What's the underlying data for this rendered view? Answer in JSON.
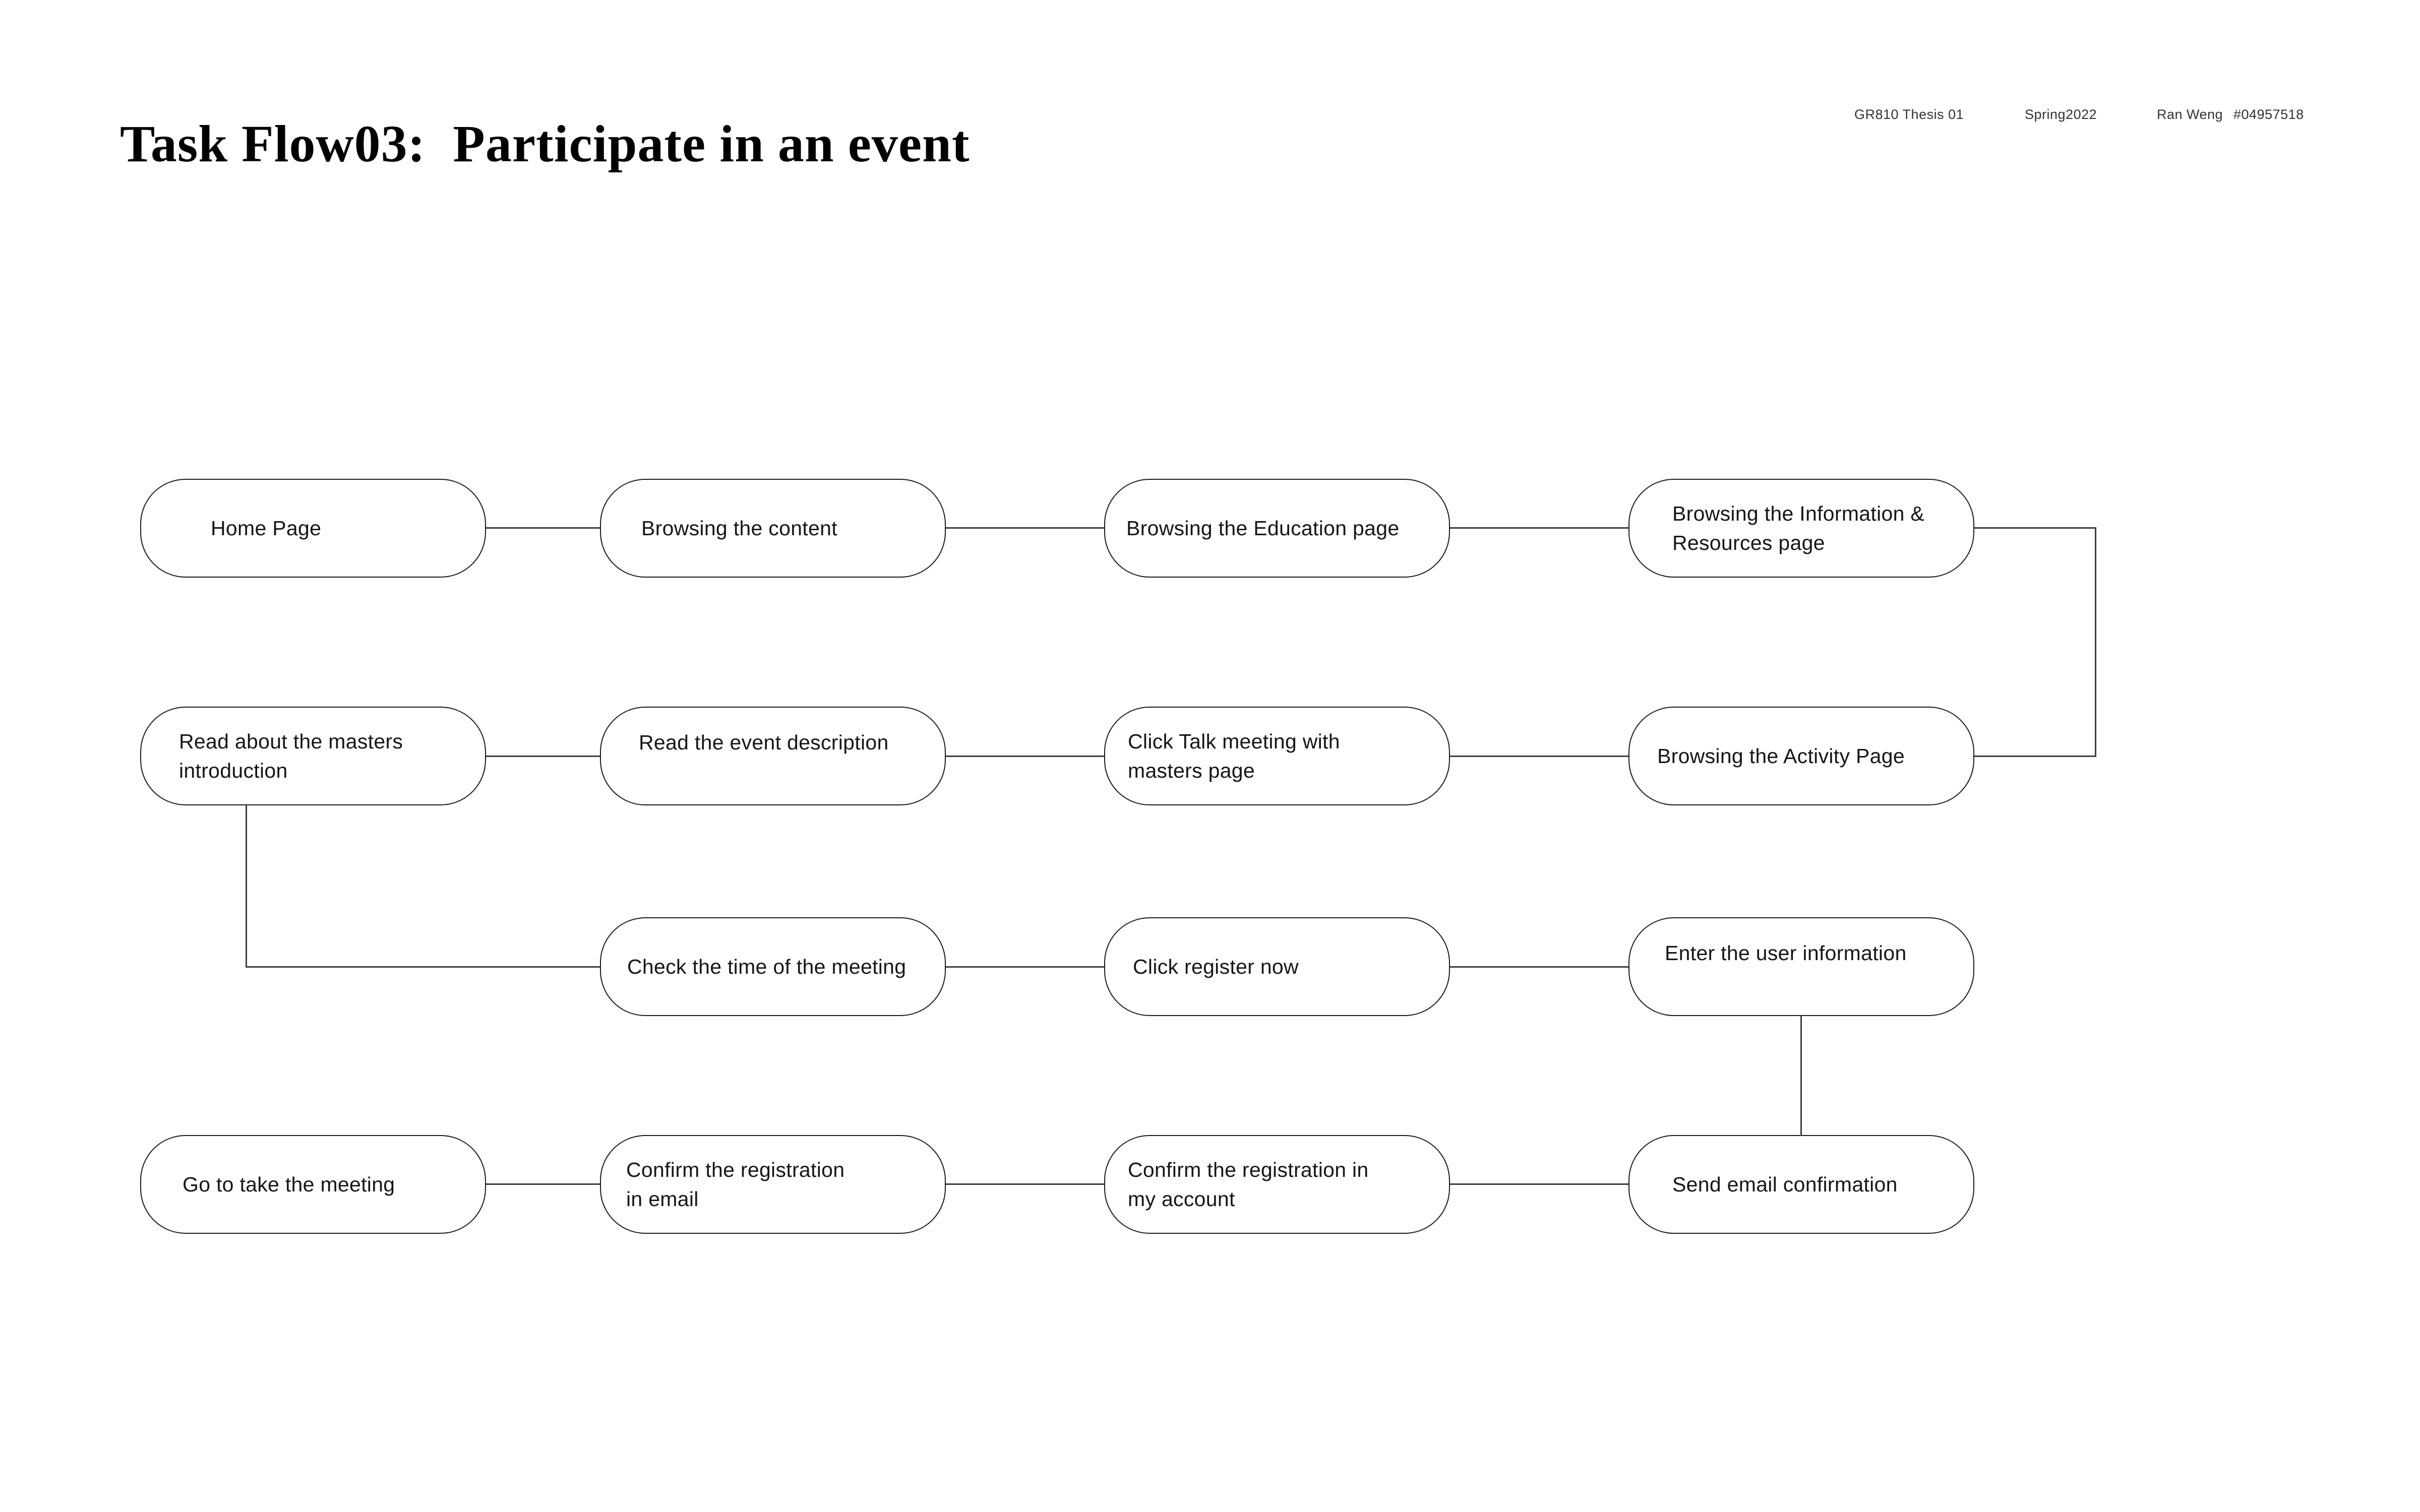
{
  "title": "Task Flow03:  Participate in an event",
  "header_meta": {
    "course": "GR810 Thesis 01",
    "semester": "Spring2022",
    "author": "Ran Weng",
    "student_id": "#04957518"
  },
  "flow": {
    "nodes": [
      {
        "label": "Home Page"
      },
      {
        "label": "Browsing the content"
      },
      {
        "label": "Browsing the Education page"
      },
      {
        "label": "Browsing the Information &\nResources page"
      },
      {
        "label": "Read about the masters\nintroduction"
      },
      {
        "label": "Read the event description"
      },
      {
        "label": "Click Talk meeting with\nmasters page"
      },
      {
        "label": "Browsing the Activity Page"
      },
      {
        "label": "Check the time of the meeting"
      },
      {
        "label": "Click register now"
      },
      {
        "label": "Enter the user information"
      },
      {
        "label": "Go to take the meeting"
      },
      {
        "label": "Confirm the registration\nin email"
      },
      {
        "label": "Confirm the registration in\nmy account"
      },
      {
        "label": "Send email confirmation"
      }
    ]
  },
  "colors": {
    "ink": "#1a1a1a",
    "connector_line": "#3d3d3d",
    "background": "#ffffff",
    "meta_text": "#323232"
  }
}
